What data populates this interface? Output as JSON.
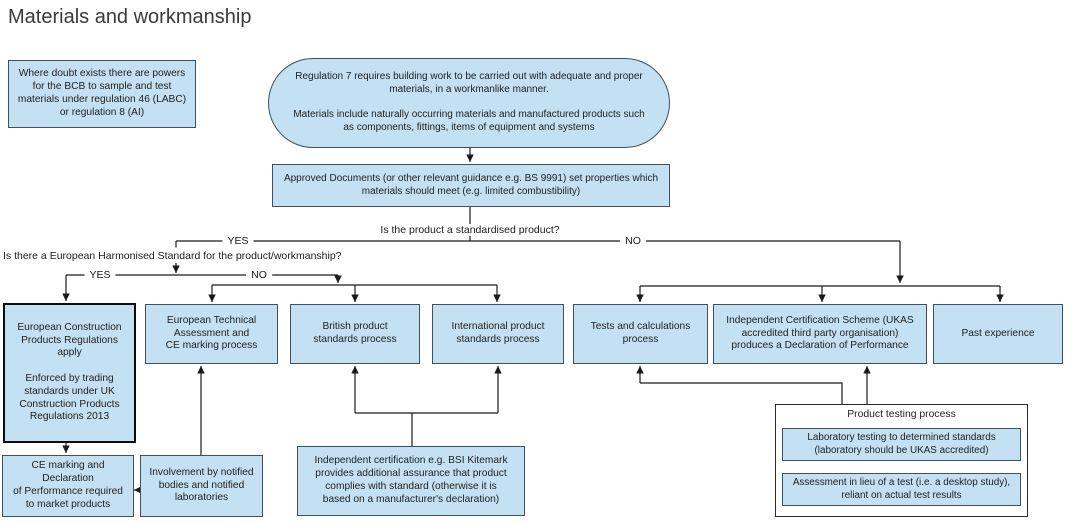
{
  "title": "Materials and workmanship",
  "questions": {
    "standardised": "Is the product a standardised product?",
    "harmonised": "Is there a European Harmonised Standard for the product/workmanship?"
  },
  "branch_labels": {
    "standardised_yes": "YES",
    "standardised_no": "NO",
    "harmonised_yes": "YES",
    "harmonised_no": "NO"
  },
  "nodes": {
    "where_doubt": {
      "text": "Where doubt exists there are powers\nfor the BCB to sample and test\nmaterials under regulation 46 (LABC)\nor regulation 8 (AI)"
    },
    "regulation7": {
      "text": "Regulation 7 requires building work to be carried out with adequate and proper\nmaterials, in a workmanlike manner.\n\nMaterials include naturally occurring materials and manufactured products such\nas components, fittings, items of equipment and systems"
    },
    "approved_documents": {
      "text": "Approved Documents (or other relevant guidance e.g. BS 9991) set properties which\nmaterials should meet (e.g. limited combustibility)"
    },
    "ecpr": {
      "text": "European Construction\nProducts Regulations apply\n\nEnforced by trading\nstandards under UK\nConstruction Products\nRegulations 2013"
    },
    "eta_ce": {
      "text": "European Technical\nAssessment and\nCE marking process"
    },
    "british": {
      "text": "British product\nstandards process"
    },
    "international": {
      "text": "International product\nstandards process"
    },
    "tests": {
      "text": "Tests and calculations\nprocess"
    },
    "independent_cert_scheme": {
      "text": "Independent Certification Scheme (UKAS\naccredited third party organisation)\nproduces a Declaration of Performance"
    },
    "past_experience": {
      "text": "Past experience"
    },
    "ce_marking": {
      "text": "CE marking and Declaration\nof Performance required\nto market products"
    },
    "notified_bodies": {
      "text": "Involvement by notified\nbodies and notified\nlaboratories"
    },
    "kitemark": {
      "text": "Independent certification e.g. BSI Kitemark\nprovides additional assurance that product\ncomplies with standard (otherwise it is\nbased on a manufacturer's declaration)"
    },
    "product_testing": {
      "title": "Product testing process",
      "lab_testing": "Laboratory testing to determined standards\n(laboratory should be UKAS accredited)",
      "assessment": "Assessment in lieu of a test (i.e. a desktop study), reliant on actual test results"
    }
  },
  "colors": {
    "node_fill": "#c3e1f2",
    "node_border": "#3f515c",
    "line": "#1a1a1a",
    "text": "#222222"
  }
}
